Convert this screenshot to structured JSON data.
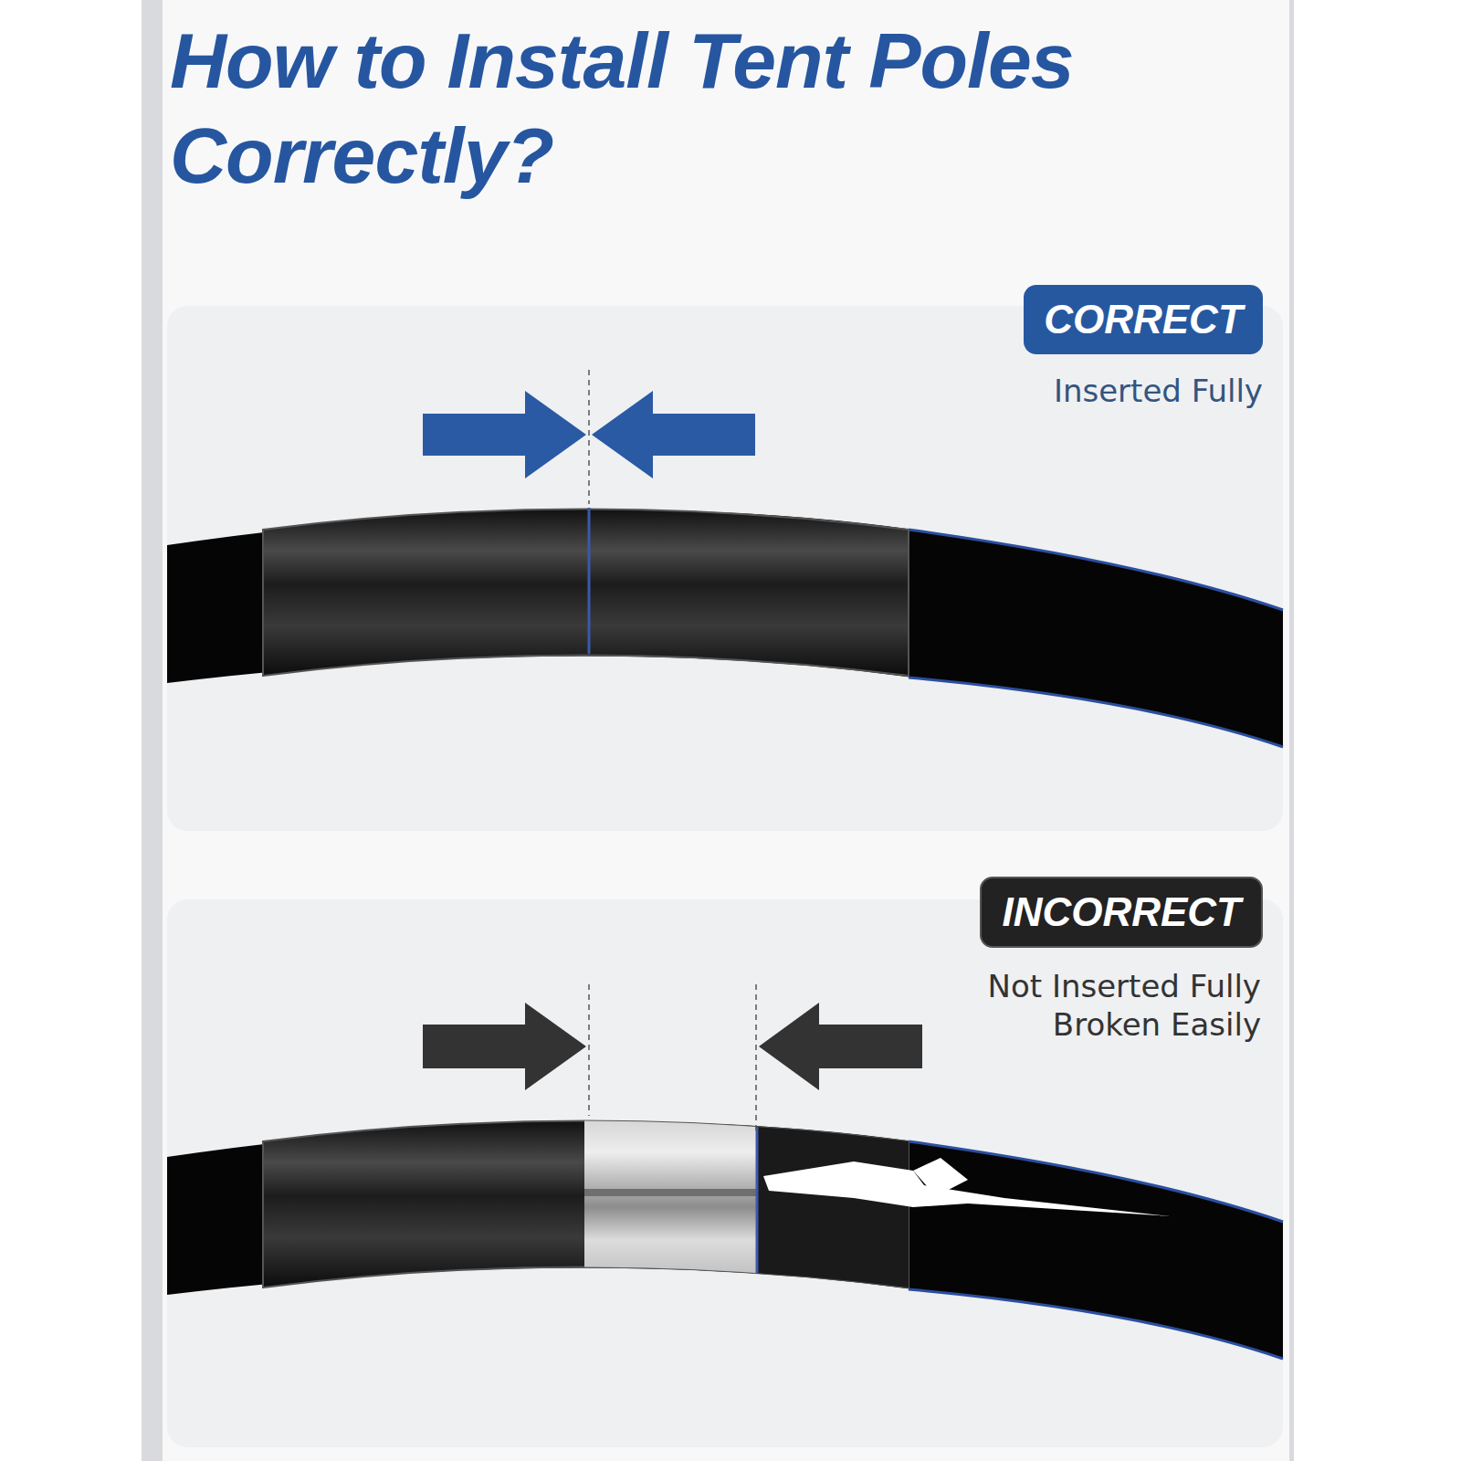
{
  "diagram": {
    "title": "How to Install Tent Poles Correctly?",
    "nodes": [
      {
        "text": [
          "CORRECT",
          "Inserted Fully"
        ]
      },
      {
        "text": [
          "INCORRECT",
          "Not Inserted Fully",
          "Broken Easily"
        ]
      }
    ]
  }
}
